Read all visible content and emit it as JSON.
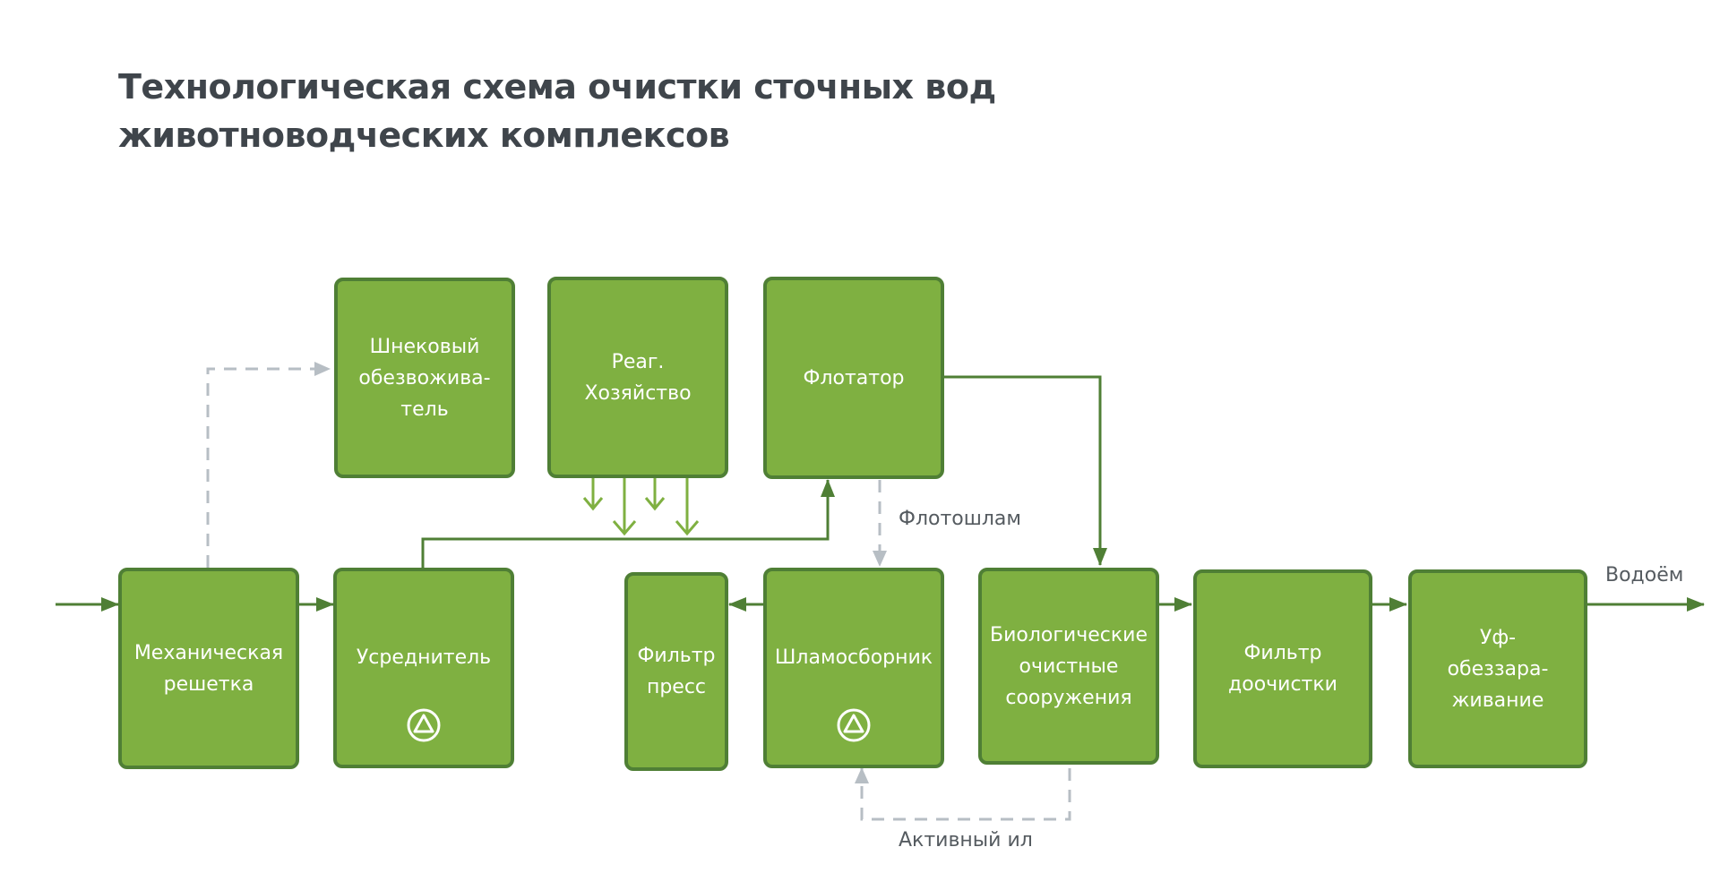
{
  "title": {
    "line1": "Технологическая схема очистки сточных вод",
    "line2": "животноводческих комплексов"
  },
  "colors": {
    "box_fill": "#7fb041",
    "box_border": "#4f7f35",
    "flow_line": "#4f7f35",
    "reagent_line": "#7fb041",
    "dashed_line": "#b7bec4",
    "title": "#3f454b"
  },
  "nodes": {
    "screw": "Шнековый\nобезвожива-\nтель",
    "reagent": "Реаг.\nХозяйство",
    "flotator": "Флотатор",
    "mech_grate": "Механическая\nрешетка",
    "equalizer": "Усреднитель",
    "filter_press": "Фильтр\nпресс",
    "sludge_collector": "Шламосборник",
    "bio": "Биологические\nочистные\nсооружения",
    "post_filter": "Фильтр\nдоочистки",
    "uv": "Уф-\nобеззара-\nживание"
  },
  "flow_labels": {
    "flotation_sludge": "Флотошлам",
    "reservoir": "Водоём",
    "active_sludge": "Активный ил"
  },
  "icons": {
    "pump": "pump-icon"
  }
}
